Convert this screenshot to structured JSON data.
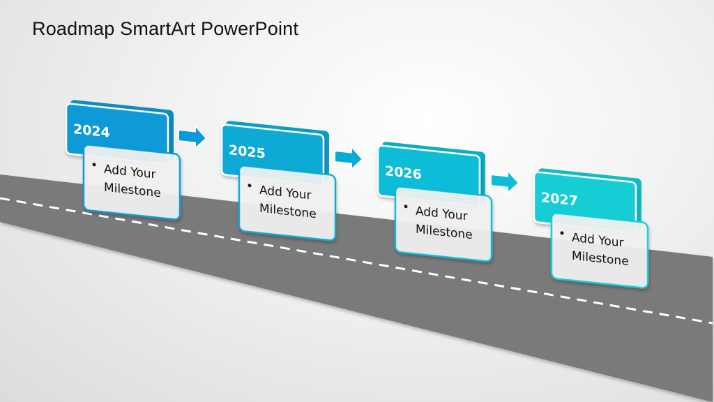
{
  "slide": {
    "title": "Roadmap SmartArt PowerPoint"
  },
  "colors": {
    "road": "#7a7a7a",
    "road_dash": "#ffffff",
    "milestone_card_bg": "#f2f2f2"
  },
  "milestones": [
    {
      "year": "2024",
      "bullet": "•",
      "line1": "Add Your",
      "line2": "Milestone",
      "color": "#0a9ad6",
      "arrow": "right-arrow-icon"
    },
    {
      "year": "2025",
      "bullet": "•",
      "line1": "Add Your",
      "line2": "Milestone",
      "color": "#0aaad6",
      "arrow": "right-arrow-icon"
    },
    {
      "year": "2026",
      "bullet": "•",
      "line1": "Add Your",
      "line2": "Milestone",
      "color": "#0dbcd6",
      "arrow": "right-arrow-icon"
    },
    {
      "year": "2027",
      "bullet": "•",
      "line1": "Add Your",
      "line2": "Milestone",
      "color": "#14cdd6"
    }
  ]
}
